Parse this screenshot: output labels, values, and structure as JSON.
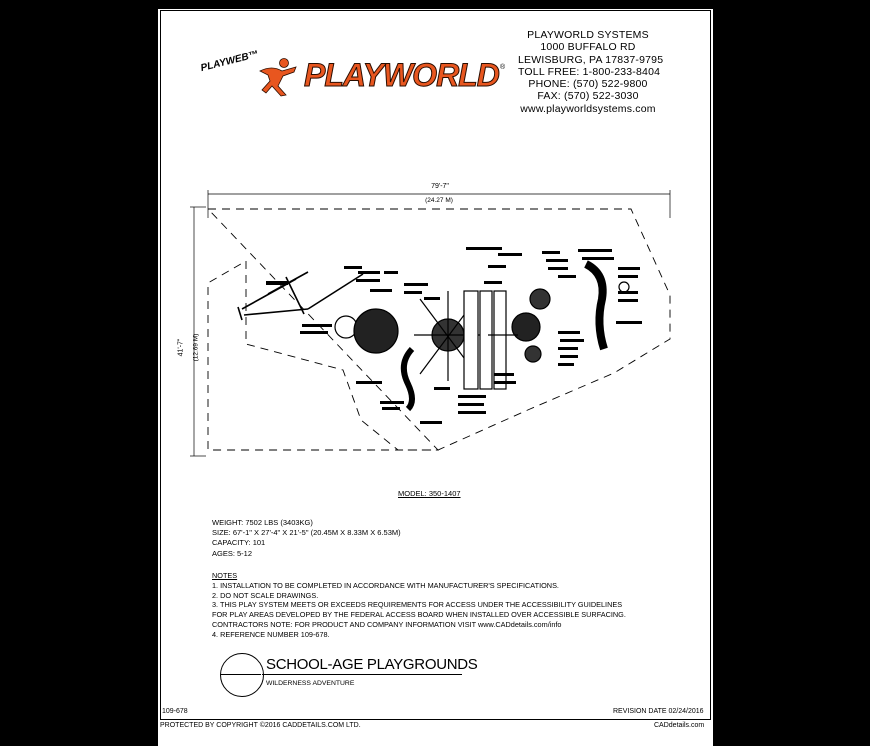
{
  "company": {
    "name": "PLAYWORLD SYSTEMS",
    "street": "1000 BUFFALO RD",
    "city": "LEWISBURG, PA 17837-9795",
    "toll_free": "TOLL FREE: 1-800-233-8404",
    "phone": "PHONE: (570) 522-9800",
    "fax": "FAX: (570) 522-3030",
    "website": "www.playworldsystems.com"
  },
  "logo": {
    "wordmark": "PLAYWORLD",
    "registered": "®",
    "tag": "PLAYWEB™",
    "brand_color": "#e8561f"
  },
  "plan": {
    "width_ft": "79'-7\"",
    "width_m": "(24.27 M)",
    "depth_ft": "41'-7\"",
    "depth_m": "(12.69 M)"
  },
  "model": "MODEL: 350-1407",
  "specs": {
    "weight": "WEIGHT: 7502 LBS (3403KG)",
    "size": "SIZE: 67'-1\" X 27'-4\" X 21'-5\" (20.45M X 8.33M X 6.53M)",
    "capacity": "CAPACITY:  101",
    "ages": "AGES: 5-12"
  },
  "notes": {
    "heading": "NOTES",
    "items": [
      "1.  INSTALLATION TO BE COMPLETED IN ACCORDANCE WITH MANUFACTURER'S SPECIFICATIONS.",
      "2.  DO NOT SCALE DRAWINGS.",
      "3.  THIS PLAY SYSTEM MEETS OR EXCEEDS REQUIREMENTS FOR ACCESS UNDER THE ACCESSIBILITY GUIDELINES",
      "      FOR PLAY AREAS DEVELOPED BY THE FEDERAL ACCESS BOARD WHEN INSTALLED OVER ACCESSIBLE SURFACING.",
      "      CONTRACTORS NOTE: FOR PRODUCT AND COMPANY INFORMATION VISIT www.CADdetails.com/info",
      "4.  REFERENCE NUMBER 109-678."
    ]
  },
  "title_block": {
    "title": "SCHOOL-AGE PLAYGROUNDS",
    "subtitle": "WILDERNESS ADVENTURE"
  },
  "footer": {
    "reference": "109-678",
    "revision": "REVISION DATE 02/24/2016",
    "copyright": "PROTECTED BY COPYRIGHT ©2016 CADDETAILS.COM LTD.",
    "caddetails": "CADdetails.com"
  }
}
